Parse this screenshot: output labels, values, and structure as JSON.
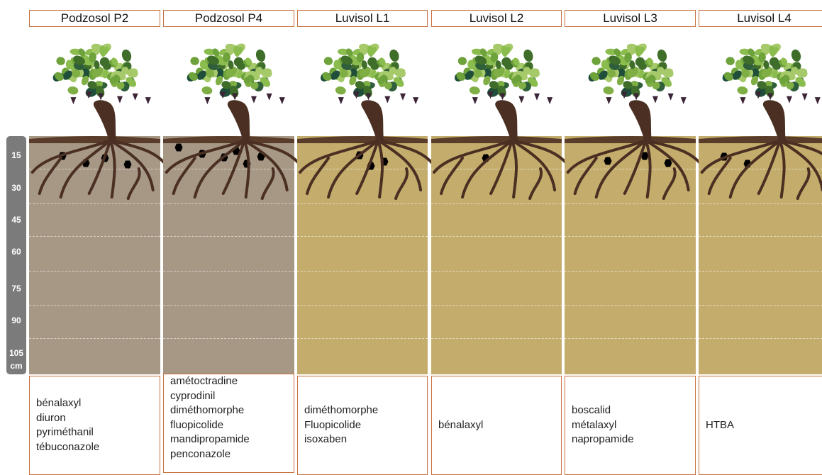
{
  "depth_scale": {
    "labels": [
      "15",
      "30",
      "45",
      "60",
      "75",
      "90",
      "105",
      "cm"
    ]
  },
  "colors": {
    "podzosol_soil": "#a79886",
    "luvisol_soil": "#c4ad6c",
    "box_border": "#c8713f",
    "scale_bar": "#7b7b7b",
    "residue_marker": "#000000"
  },
  "profiles": [
    {
      "name": "Podzosol P2",
      "soil_type": "podzosol",
      "compounds": [
        "bénalaxyl",
        "diuron",
        "pyriméthanil",
        "tébuconazole"
      ]
    },
    {
      "name": "Podzosol P4",
      "soil_type": "podzosol",
      "compounds": [
        "amétoctradine",
        "cyprodinil",
        "diméthomorphe",
        "fluopicolide",
        "mandipropamide",
        "penconazole"
      ]
    },
    {
      "name": "Luvisol L1",
      "soil_type": "luvisol",
      "compounds": [
        "diméthomorphe",
        "Fluopicolide",
        "isoxaben"
      ]
    },
    {
      "name": "Luvisol L2",
      "soil_type": "luvisol",
      "compounds": [
        "bénalaxyl"
      ]
    },
    {
      "name": "Luvisol L3",
      "soil_type": "luvisol",
      "compounds": [
        "boscalid",
        "métalaxyl",
        "napropamide"
      ]
    },
    {
      "name": "Luvisol L4",
      "soil_type": "luvisol",
      "compounds": [
        "HTBA"
      ]
    }
  ]
}
